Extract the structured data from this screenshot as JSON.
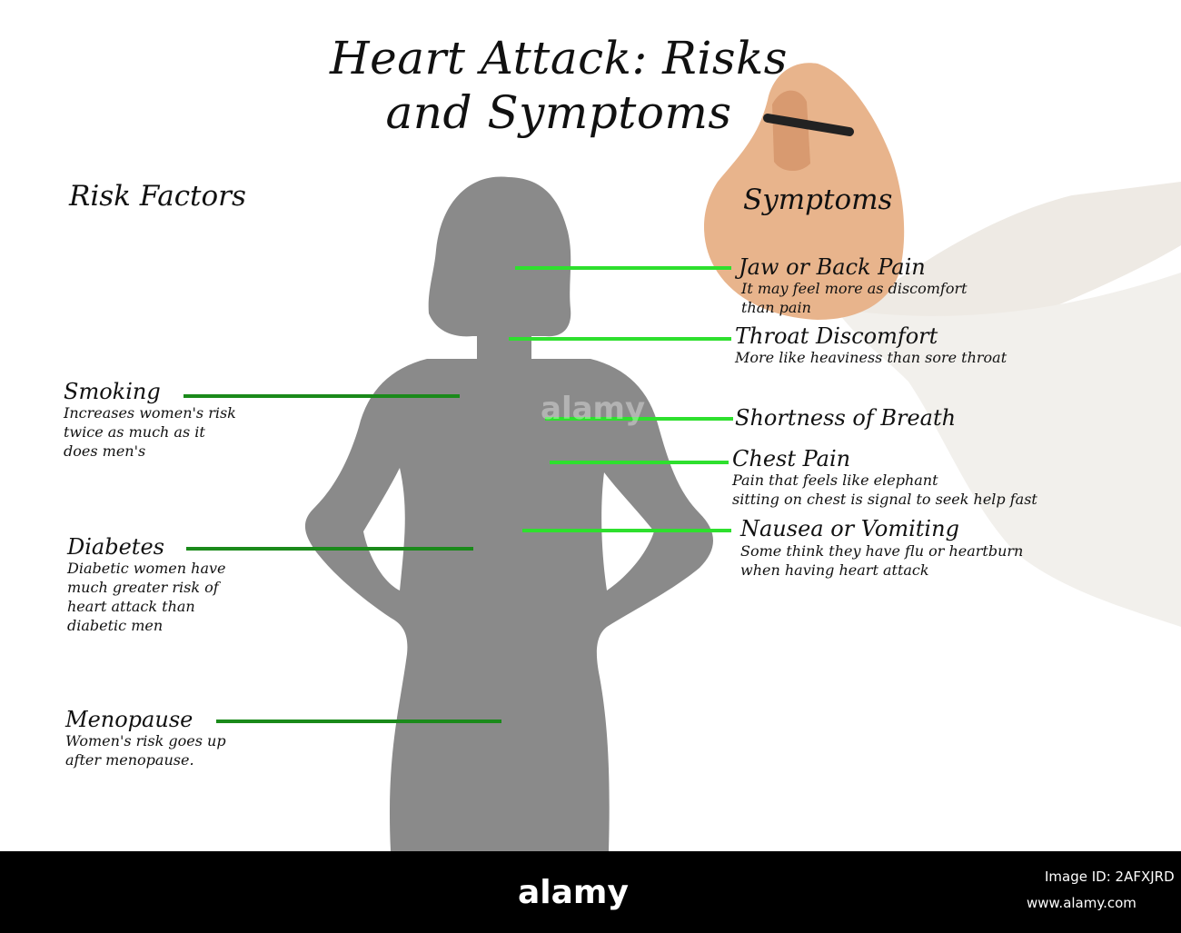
{
  "title": {
    "line1": "Heart Attack: Risks",
    "line2": "and Symptoms"
  },
  "risk_heading": "Risk Factors",
  "symptoms_heading": "Symptoms",
  "risk_factors": [
    {
      "label": "Smoking",
      "desc": "Increases women's risk\ntwice as much as it\ndoes men's"
    },
    {
      "label": "Diabetes",
      "desc": "Diabetic women have\nmuch greater risk of\nheart attack than\ndiabetic men"
    },
    {
      "label": "Menopause",
      "desc": "Women's risk goes up\nafter menopause."
    }
  ],
  "symptoms": [
    {
      "label": "Jaw or Back Pain",
      "desc": "It may feel more as discomfort\nthan pain"
    },
    {
      "label": "Throat Discomfort",
      "desc": "More like heaviness than sore throat"
    },
    {
      "label": "Shortness of Breath",
      "desc": ""
    },
    {
      "label": "Chest Pain",
      "desc": "Pain that feels like  elephant\nsitting on chest is  signal to seek help fast"
    },
    {
      "label": "Nausea or Vomiting",
      "desc": "Some think they have flu or heartburn\nwhen having heart attack"
    }
  ],
  "colors": {
    "risk_line": "#1a8a1a",
    "symptom_line": "#2ee02e",
    "silhouette": "#8a8a8a"
  },
  "watermark": "alamy",
  "footer": {
    "brand": "alamy",
    "image_id": "Image ID: 2AFXJRD",
    "url": "www.alamy.com"
  }
}
